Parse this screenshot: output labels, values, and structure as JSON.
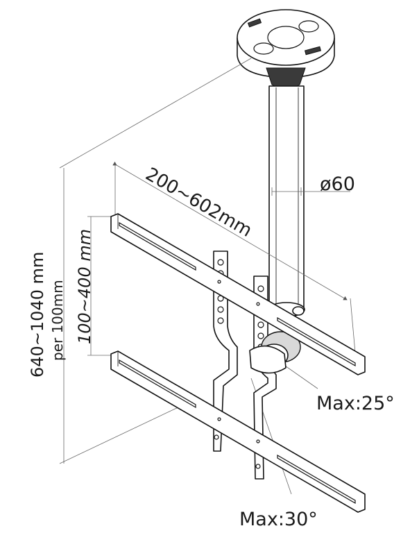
{
  "labels": {
    "width_range": "200~602mm",
    "pole_diameter": "ø60",
    "vertical_range": "100~400 mm",
    "height_range": "640~1040 mm",
    "height_step": "per 100mm",
    "tilt_max": "Max:25°",
    "swivel_max": "Max:30°"
  },
  "colors": {
    "line": "#111111",
    "dimension_line": "#666666",
    "shading": "#d9d9d9"
  }
}
